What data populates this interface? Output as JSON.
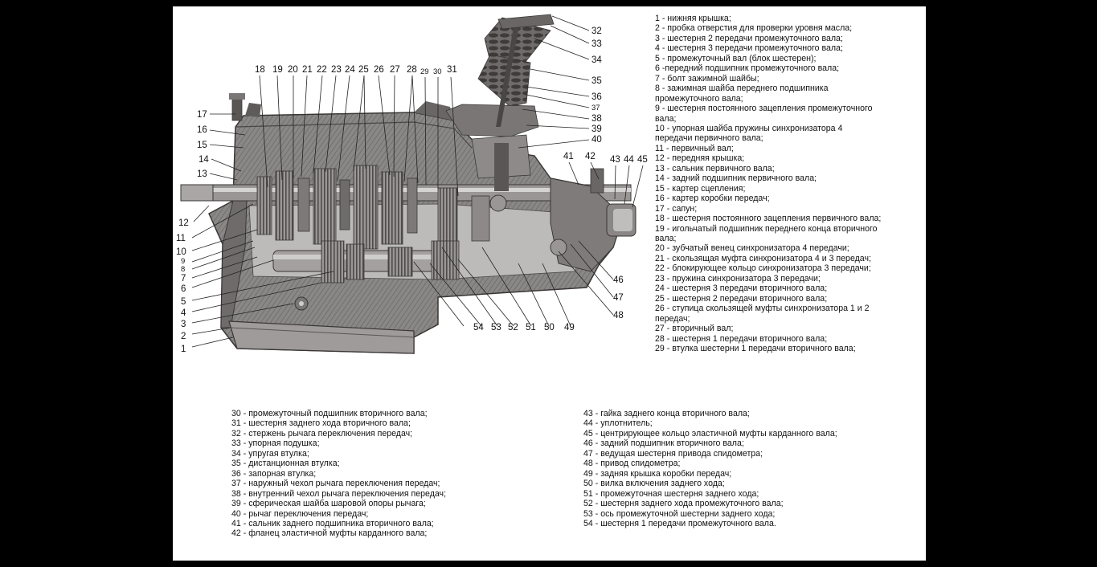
{
  "colors": {
    "background": "#000000",
    "sheet": "#ffffff",
    "housing": "#8a8787",
    "housing_dark": "#5f5b5b",
    "housing_light": "#b4b1b1",
    "text": "#111111"
  },
  "callouts": {
    "c1": "1",
    "c2": "2",
    "c3": "3",
    "c4": "4",
    "c5": "5",
    "c6": "6",
    "c7": "7",
    "c8": "8",
    "c9": "9",
    "c10": "10",
    "c11": "11",
    "c12": "12",
    "c13": "13",
    "c14": "14",
    "c15": "15",
    "c16": "16",
    "c17": "17",
    "c18": "18",
    "c19": "19",
    "c20": "20",
    "c21": "21",
    "c22": "22",
    "c23": "23",
    "c24": "24",
    "c25": "25",
    "c26": "26",
    "c27": "27",
    "c28": "28",
    "c29": "29",
    "c30": "30",
    "c31": "31",
    "c32": "32",
    "c33": "33",
    "c34": "34",
    "c35": "35",
    "c36": "36",
    "c37": "37",
    "c38": "38",
    "c39": "39",
    "c40": "40",
    "c41": "41",
    "c42": "42",
    "c43": "43",
    "c44": "44",
    "c45": "45",
    "c46": "46",
    "c47": "47",
    "c48": "48",
    "c49": "49",
    "c50": "50",
    "c51": "51",
    "c52": "52",
    "c53": "53",
    "c54": "54"
  },
  "legend": {
    "l1": "1 - нижняя крышка;",
    "l2": "2 - пробка отверстия для проверки уровня масла;",
    "l3": "3 - шестерня 2 передачи промежуточного вала;",
    "l4": "4 - шестерня 3 передачи промежуточного вала;",
    "l5": "5 - промежуточный вал (блок шестерен);",
    "l6": "6 -передний подшипник промежуточного вала;",
    "l7": "7 - болт зажимной шайбы;",
    "l8a": "8 - зажимная шайба переднего подшипника",
    "l8b": "промежуточного вала;",
    "l9a": "9 - шестерня постоянного зацепления промежуточного",
    "l9b": "вала;",
    "l10a": "10 - упорная шайба пружины синхронизатора  4",
    "l10b": "передачи первичного вала;",
    "l11": "11 - первичный вал;",
    "l12": "12 - передняя крышка;",
    "l13": "13 - сальник первичного вала;",
    "l14": "14 - задний подшипник первичного вала;",
    "l15": "15 - картер сцепления;",
    "l16": "16 - картер коробки передач;",
    "l17": "17 - сапун;",
    "l18": "18 - шестерня постоянного зацепления первичного вала;",
    "l19a": "19 - игольчатый подшипник переднего конца вторичного",
    "l19b": "вала;",
    "l20": "20 - зубчатый венец синхронизатора 4 передачи;",
    "l21": "21 - скользящая муфта синхронизатора 4 и 3 передач;",
    "l22": "22 - блокирующее кольцо синхронизатора 3 передачи;",
    "l23": "23 - пружина синхронизатора 3 передачи;",
    "l24": "24 - шестерня 3 передачи вторичного вала;",
    "l25": "25 - шестерня 2 передачи вторичного вала;",
    "l26a": "26 - ступица скользящей муфты синхронизатора 1 и 2",
    "l26b": "передач;",
    "l27": "27 - вторичный вал;",
    "l28": "28 - шестерня 1 передачи вторичного вала;",
    "l29": "29 - втулка шестерни 1 передачи вторичного вала;",
    "l30": "30 - промежуточный подшипник вторичного вала;",
    "l31": "31 - шестерня заднего хода вторичного вала;",
    "l32": "32 - стержень рычага переключения передач;",
    "l33": "33 - упорная подушка;",
    "l34": "34 - упругая втулка;",
    "l35": "35 - дистанционная втулка;",
    "l36": "36 - запорная втулка;",
    "l37": "37 - наружный чехол рычага переключения передач;",
    "l38": "38 - внутренний чехол рычага переключения передач;",
    "l39": "39 - сферическая шайба шаровой опоры рычага;",
    "l40": "40 - рычаг переключения передач;",
    "l41": "41 - сальник заднего подшипника вторичного вала;",
    "l42": "42 - фланец эластичной муфты карданного вала;",
    "l43": "43 - гайка заднего конца вторичного вала;",
    "l44": "44 - уплотнитель;",
    "l45": "45 - центрирующее кольцо эластичной муфты карданного вала;",
    "l46": "46 - задний подшипник вторичного вала;",
    "l47": "47 - ведущая шестерня привода спидометра;",
    "l48": "48 - привод спидометра;",
    "l49": "49 - задняя крышка коробки передач;",
    "l50": "50 - вилка включения заднего хода;",
    "l51": "51 - промежуточная шестерня заднего хода;",
    "l52": "52 - шестерня заднего хода промежуточного вала;",
    "l53": "53 - ось промежуточной шестерни заднего хода;",
    "l54": "54 - шестерня 1 передачи промежуточного вала."
  }
}
